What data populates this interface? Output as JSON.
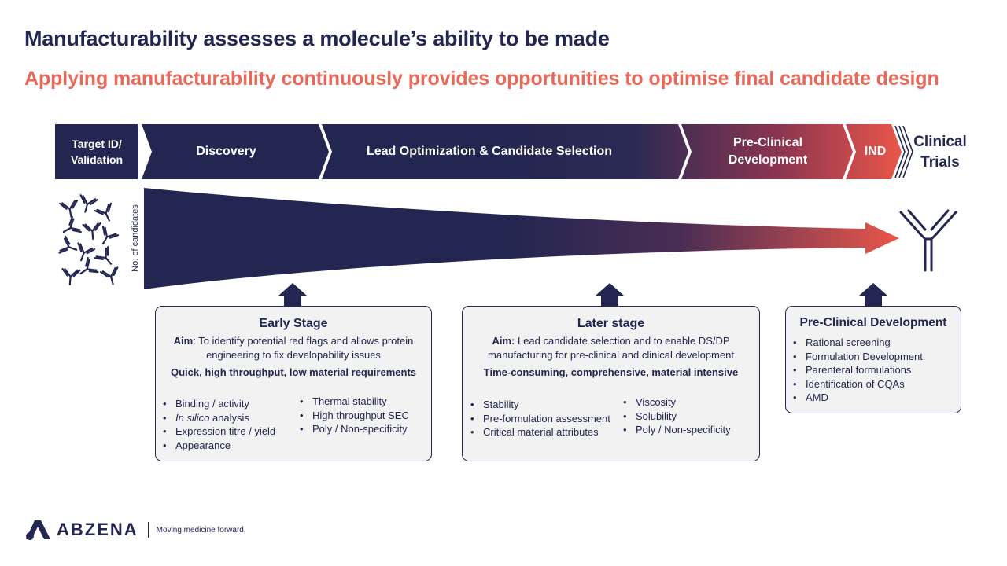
{
  "title": "Manufacturability assesses a molecule’s ability to be made",
  "subtitle": "Applying manufacturability continuously provides opportunities to optimise final candidate design",
  "stages": [
    {
      "line1": "Target ID/",
      "line2": "Validation"
    },
    {
      "line1": "Discovery",
      "line2": ""
    },
    {
      "line1": "Lead Optimization & Candidate Selection",
      "line2": ""
    },
    {
      "line1": "Pre-Clinical",
      "line2": "Development"
    },
    {
      "line1": "IND",
      "line2": ""
    }
  ],
  "clinical": {
    "line1": "Clinical",
    "line2": "Trials"
  },
  "funnel_ylabel": "No. of candidates",
  "icons": {
    "antibody_cluster": "antibody-icon",
    "final_antibody": "antibody-icon",
    "up_arrow": "up-arrow-icon"
  },
  "colors": {
    "navy": "#222650",
    "coral": "#e8685a",
    "box_bg": "#f2f2f2"
  },
  "early": {
    "heading": "Early Stage",
    "aim_label": "Aim",
    "aim_text": ": To identify potential red flags and allows protein engineering to fix developability issues",
    "characteristics": "Quick, high throughput, low material requirements",
    "col1": {
      "item1": "Binding / activity",
      "item2_italic": "In silico",
      "item2_rest": " analysis",
      "item3": "Expression titre / yield",
      "item4": "Appearance"
    },
    "col2": [
      "Thermal stability",
      "High throughput SEC",
      "Poly / Non-specificity"
    ]
  },
  "later": {
    "heading": "Later stage",
    "aim_label": "Aim:",
    "aim_text": " Lead candidate selection and to enable DS/DP manufacturing for pre-clinical and clinical development",
    "characteristics": "Time-consuming, comprehensive, material intensive",
    "col1": [
      "Stability",
      "Pre-formulation assessment",
      "Critical material attributes"
    ],
    "col2": [
      "Viscosity",
      "Solubility",
      "Poly / Non-specificity"
    ]
  },
  "preclinical": {
    "heading": "Pre-Clinical Development",
    "items": [
      "Rational screening",
      "Formulation Development",
      "Parenteral formulations",
      "Identification of CQAs",
      "AMD"
    ]
  },
  "logo": {
    "word": "ABZENA",
    "tagline": "Moving medicine forward."
  }
}
